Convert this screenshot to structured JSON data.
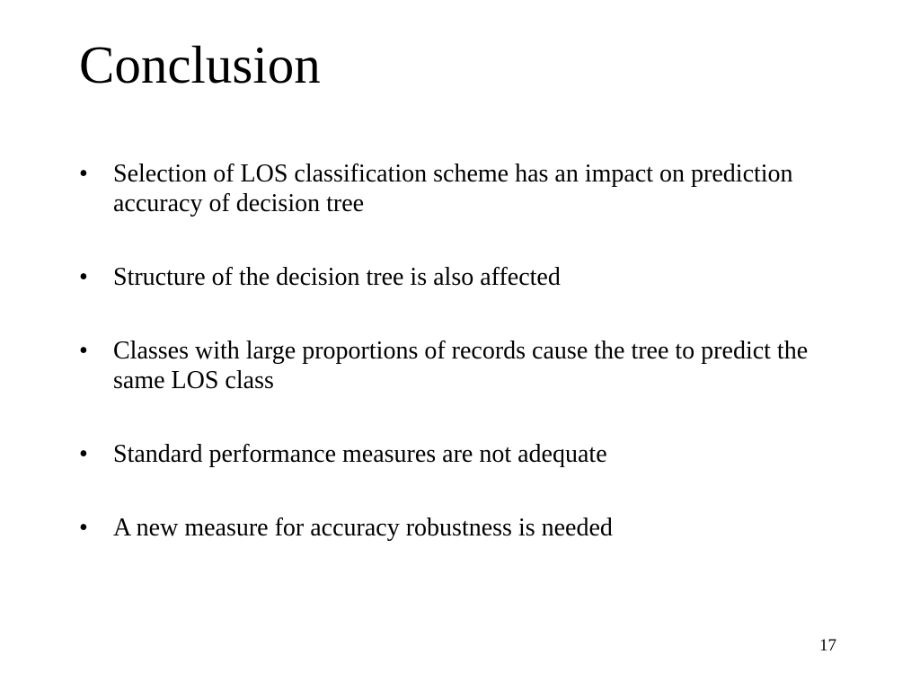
{
  "slide": {
    "title": "Conclusion",
    "bullet_symbol": "•",
    "bullets": [
      "Selection of LOS classification scheme has an impact on prediction accuracy of decision tree",
      "Structure of the decision tree is also affected",
      "Classes with large proportions of records cause the tree to predict the same LOS class",
      "Standard performance measures are not adequate",
      "A new measure for accuracy robustness is needed"
    ],
    "page_number": "17"
  }
}
